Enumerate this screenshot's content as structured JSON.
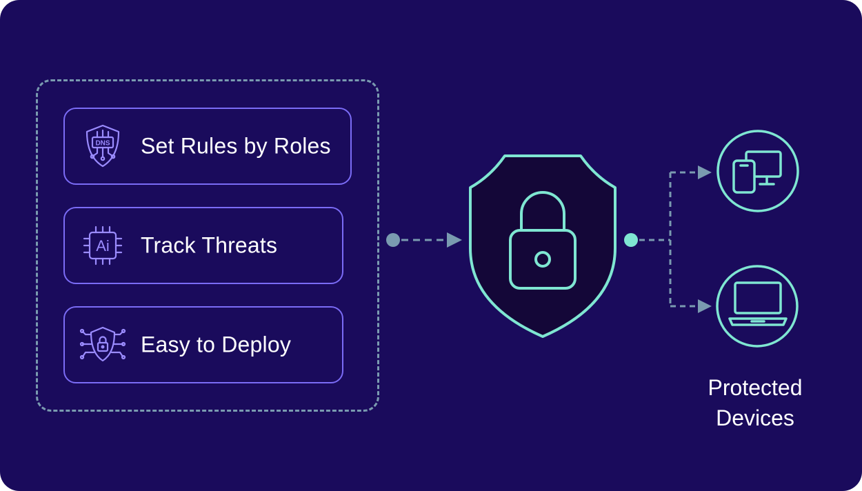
{
  "features": [
    {
      "label": "Set Rules by Roles",
      "icon": "dns-shield-icon",
      "badge_text": "DNS"
    },
    {
      "label": "Track Threats",
      "icon": "ai-chip-icon",
      "badge_text": "Ai"
    },
    {
      "label": "Easy to Deploy",
      "icon": "circuit-shield-lock-icon"
    }
  ],
  "center": {
    "icon": "shield-lock-icon"
  },
  "devices": {
    "caption_line1": "Protected",
    "caption_line2": "Devices",
    "items": [
      {
        "icon": "phone-monitor-icon"
      },
      {
        "icon": "laptop-icon"
      }
    ]
  },
  "colors": {
    "background": "#1a0b5c",
    "card_border": "#7b6cf6",
    "icon_purple": "#9b8cff",
    "accent_teal": "#7fe6d2",
    "connector": "#7a9bb0"
  }
}
